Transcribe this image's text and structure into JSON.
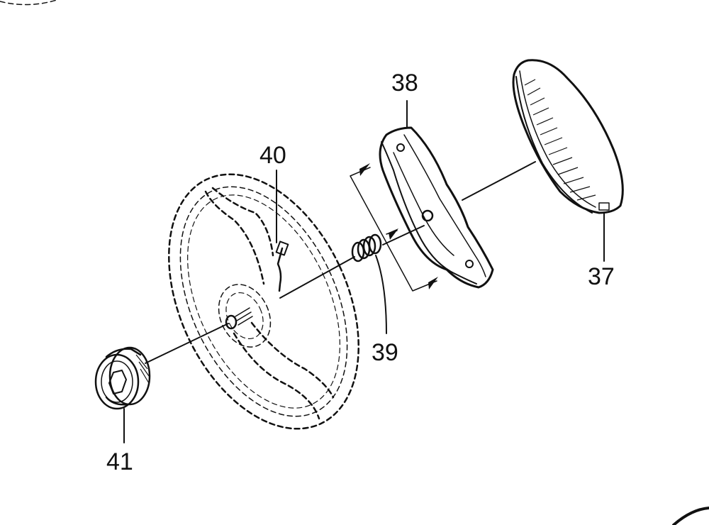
{
  "callouts": {
    "c37": "37",
    "c38": "38",
    "c39": "39",
    "c40": "40",
    "c41": "41"
  }
}
